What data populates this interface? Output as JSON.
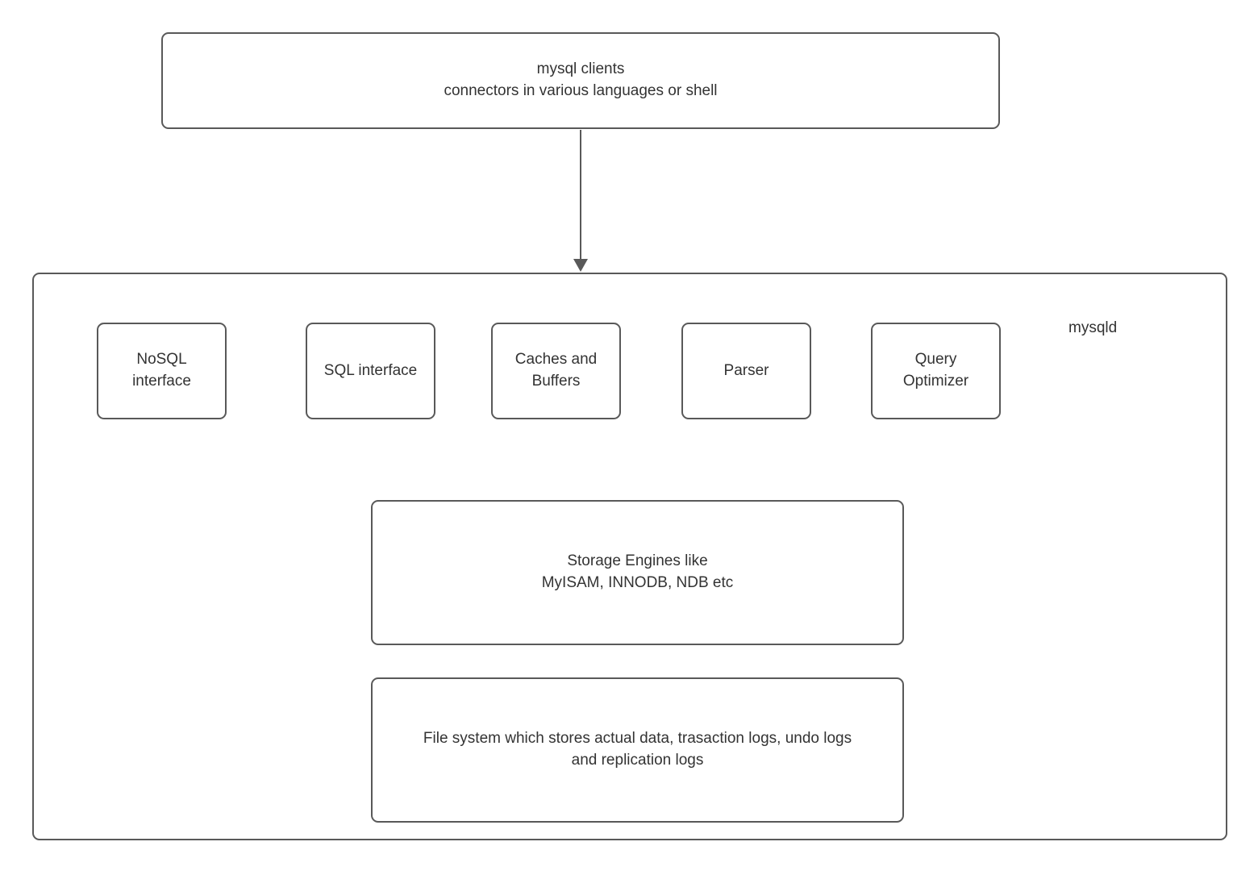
{
  "colors": {
    "border": "#595959",
    "text": "#333333",
    "background": "#ffffff"
  },
  "diagram": {
    "clients": {
      "label": "mysql clients\nconnectors in various languages or shell"
    },
    "mysqld_container": {
      "label": "mysqld"
    },
    "components": [
      {
        "label": "NoSQL\ninterface"
      },
      {
        "label": "SQL interface"
      },
      {
        "label": "Caches and\nBuffers"
      },
      {
        "label": "Parser"
      },
      {
        "label": "Query\nOptimizer"
      }
    ],
    "storage": {
      "label": "Storage Engines like\nMyISAM, INNODB, NDB etc"
    },
    "filesystem": {
      "label": "File system which stores actual data, trasaction logs, undo logs\nand replication logs"
    }
  }
}
